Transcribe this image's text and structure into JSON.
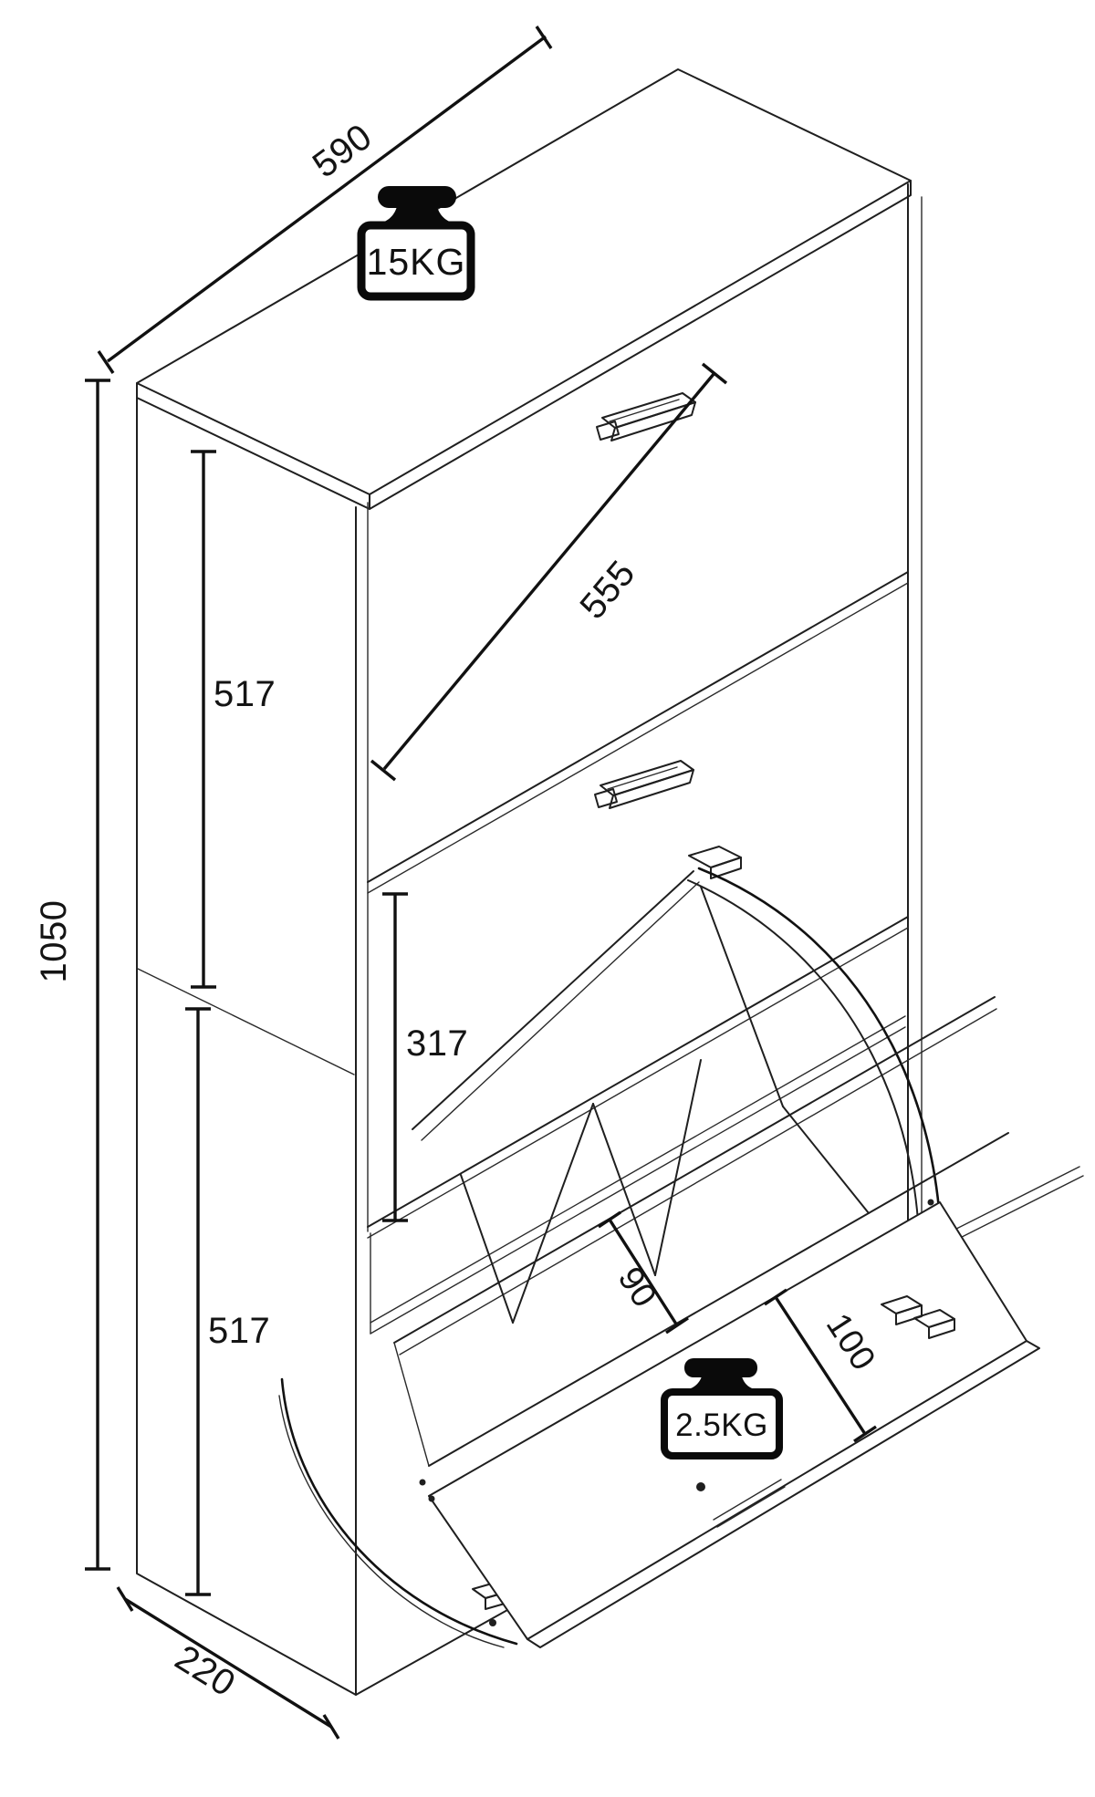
{
  "page": {
    "background": "#ffffff",
    "line_color": "#1f1f1f",
    "text_color": "#141414"
  },
  "diagram": {
    "type": "isometric-technical-drawing",
    "subject": "three-compartment tilt-out shoe cabinet, bottom flap shown open",
    "units_shown": "mm (implied, unlabeled)",
    "dimensions": {
      "top_width": {
        "label": "590",
        "measures": "cabinet top width"
      },
      "flap_diagonal": {
        "label": "555",
        "measures": "top flap front diagonal"
      },
      "upper_section_height": {
        "label": "517",
        "measures": "upper section height"
      },
      "total_height": {
        "label": "1050",
        "measures": "overall cabinet height"
      },
      "middle_flap_height": {
        "label": "317",
        "measures": "middle flap opening height"
      },
      "lower_section_height": {
        "label": "517",
        "measures": "lower section height"
      },
      "shelf_depth": {
        "label": "90",
        "measures": "tilt-out shelf depth"
      },
      "door_depth": {
        "label": "100",
        "measures": "open door lower band depth"
      },
      "cabinet_depth": {
        "label": "220",
        "measures": "cabinet depth"
      }
    },
    "load_badges": {
      "top_load": {
        "label": "15KG",
        "icon": "weight-icon",
        "location": "above cabinet top panel"
      },
      "flap_load": {
        "label": "2.5KG",
        "icon": "weight-icon",
        "location": "on opened bottom flap"
      }
    }
  }
}
